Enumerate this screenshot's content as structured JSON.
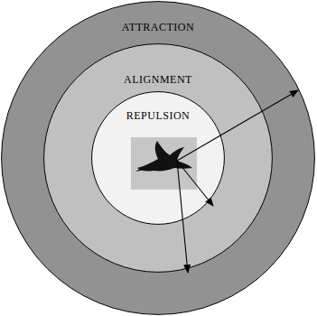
{
  "diagram": {
    "nodes": [
      {
        "text": [
          "ATTRACTION"
        ]
      },
      {
        "text": [
          "ALIGNMENT"
        ],
        "in": 0
      },
      {
        "text": [
          "REPULSION"
        ],
        "in": 1
      }
    ]
  }
}
